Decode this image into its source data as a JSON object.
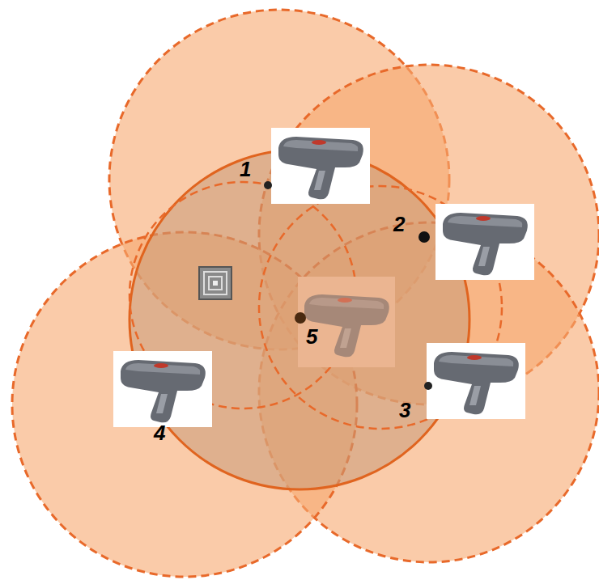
{
  "diagram": {
    "labels": [
      "1",
      "2",
      "5",
      "3",
      "4"
    ]
  }
}
